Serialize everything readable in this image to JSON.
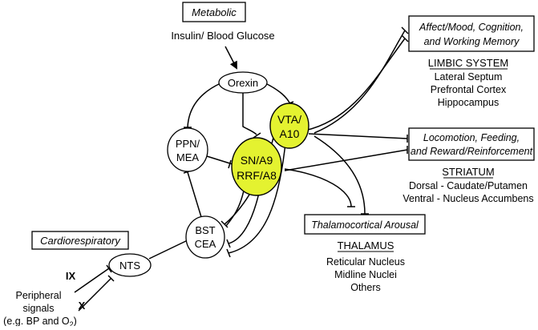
{
  "colors": {
    "highlight": "#e4f230",
    "line": "#000000",
    "background": "#ffffff"
  },
  "boxes": {
    "metabolic": "Metabolic",
    "cardio": "Cardiorespiratory",
    "affect_1": "Affect/Mood, Cognition,",
    "affect_2": "and Working Memory",
    "loco_1": "Locomotion, Feeding,",
    "loco_2": "and Reward/Reinforcement",
    "thal_arousal": "Thalamocortical Arousal"
  },
  "labels": {
    "insulin": "Insulin/ Blood Glucose",
    "peripheral_1": "Peripheral",
    "peripheral_2": "signals",
    "peripheral_3": "(e.g. BP and O",
    "peripheral_sub": "2",
    "peripheral_close": ")",
    "ix": "IX",
    "x": "X"
  },
  "nodes": {
    "orexin": "Orexin",
    "ppn_1": "PPN/",
    "ppn_2": "MEA",
    "bst_1": "BST",
    "bst_2": "CEA",
    "nts": "NTS",
    "vta_1": "VTA/",
    "vta_2": "A10",
    "sn_1": "SN/A9",
    "sn_2": "RRF/A8"
  },
  "limbic": {
    "title": "LIMBIC SYSTEM",
    "items": [
      "Lateral Septum",
      "Prefrontal Cortex",
      "Hippocampus"
    ]
  },
  "striatum": {
    "title": "STRIATUM",
    "items": [
      "Dorsal - Caudate/Putamen",
      "Ventral - Nucleus Accumbens"
    ]
  },
  "thalamus": {
    "title": "THALAMUS",
    "items": [
      "Reticular Nucleus",
      "Midline Nuclei",
      "Others"
    ]
  }
}
